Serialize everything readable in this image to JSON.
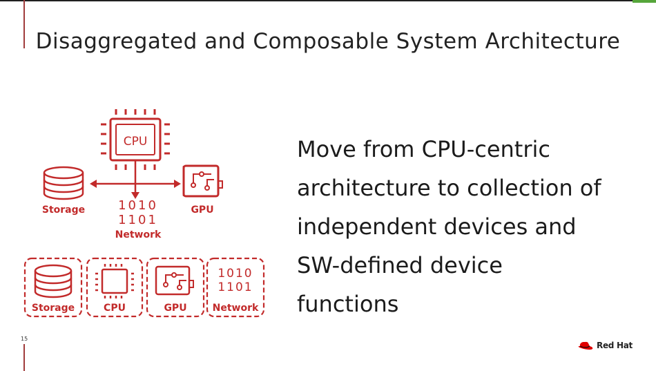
{
  "slide": {
    "title": "Disaggregated and Composable System Architecture",
    "body_lines": [
      "Move from CPU-centric",
      "architecture to collection of",
      "independent devices and",
      "SW-defined device",
      "functions"
    ],
    "page_number": "15",
    "logo_text": "Red Hat"
  },
  "diagram": {
    "cpu_chip_label": "CPU",
    "storage_label": "Storage",
    "gpu_label": "GPU",
    "network_label": "Network",
    "network_binary_line1": "1010",
    "network_binary_line2": "1101",
    "modules": [
      {
        "label": "Storage",
        "icon": "storage-icon"
      },
      {
        "label": "CPU",
        "icon": "cpu-chip-icon"
      },
      {
        "label": "GPU",
        "icon": "gpu-circuit-icon"
      },
      {
        "label": "Network",
        "icon": "network-binary-icon"
      }
    ]
  },
  "colors": {
    "accent_red": "#c22a2a",
    "text_dark": "#1b1b1b",
    "top_bar_green": "#56a63b"
  }
}
